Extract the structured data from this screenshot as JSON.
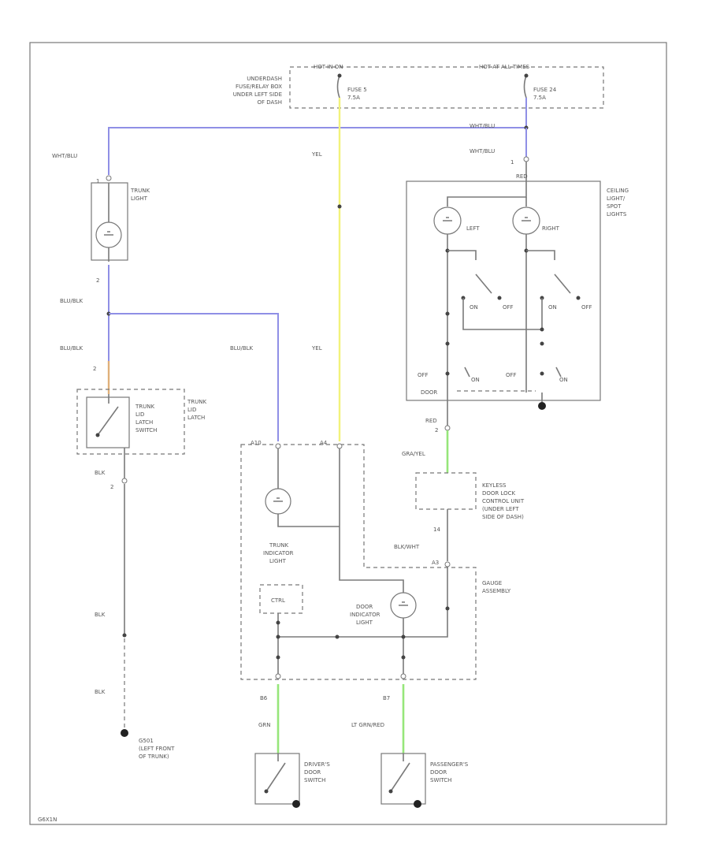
{
  "labels": {
    "hot_in_on": "HOT IN ON",
    "hot_at_all_times": "HOT AT ALL TIMES",
    "fusebox": [
      "UNDERDASH",
      "FUSE/RELAY BOX",
      "UNDER LEFT SIDE",
      "OF DASH"
    ],
    "fuse_5": [
      "FUSE 5",
      "7.5A"
    ],
    "fuse_24": [
      "FUSE 24",
      "7.5A"
    ],
    "wht_blu_top": "WHT/BLU",
    "wht_blu_left": "WHT/BLU",
    "wht_blu_right": "WHT/BLU",
    "yel_top": "YEL",
    "yel_mid": "YEL",
    "red_top": "RED",
    "red_bot": "RED",
    "ceiling_light": [
      "CEILING",
      "LIGHT/",
      "SPOT",
      "LIGHTS"
    ],
    "left": "LEFT",
    "right": "RIGHT",
    "on_1": "ON",
    "off_1": "OFF",
    "on_2": "ON",
    "off_2": "OFF",
    "off_3": "OFF",
    "on_3": "ON",
    "off_4": "OFF",
    "on_4": "ON",
    "door": "DOOR",
    "trunk_light": [
      "TRUNK",
      "LIGHT"
    ],
    "blu_blk_1": "BLU/BLK",
    "blu_blk_2": "BLU/BLK",
    "blu_blk_3": "BLU/BLK",
    "trunk_lid_latch_switch": [
      "TRUNK",
      "LID",
      "LATCH",
      "SWITCH"
    ],
    "trunk_lid_latch": [
      "TRUNK",
      "LID",
      "LATCH"
    ],
    "blk_1": "BLK",
    "blk_2": "BLK",
    "blk_3": "BLK",
    "ground": [
      "G501",
      "(LEFT FRONT",
      "OF TRUNK)"
    ],
    "gra_yel": "GRA/YEL",
    "keyless_unit": [
      "KEYLESS",
      "DOOR LOCK",
      "CONTROL UNIT",
      "(UNDER LEFT",
      "SIDE OF DASH)"
    ],
    "blk_wht": "BLK/WHT",
    "gauge_assembly": [
      "GAUGE",
      "ASSEMBLY"
    ],
    "trunk_indicator_light": [
      "TRUNK",
      "INDICATOR",
      "LIGHT"
    ],
    "ctrl": "CTRL",
    "door_indicator_light": [
      "DOOR",
      "INDICATOR",
      "LIGHT"
    ],
    "pin_a10": "A10",
    "pin_a4": "A4",
    "pin_a3": "A3",
    "pin_b6": "B6",
    "pin_b7": "B7",
    "pin_1a": "1",
    "pin_1b": "1",
    "pin_2a": "2",
    "pin_2b": "2",
    "pin_2c": "2",
    "pin_2d": "2",
    "pin_14": "14",
    "grn": "GRN",
    "lt_grn_red": "LT GRN/RED",
    "drivers_door_switch": [
      "DRIVER'S",
      "DOOR",
      "SWITCH"
    ],
    "passengers_door_switch": [
      "PASSENGER'S",
      "DOOR",
      "SWITCH"
    ],
    "diagram_id": "G6X1N"
  }
}
